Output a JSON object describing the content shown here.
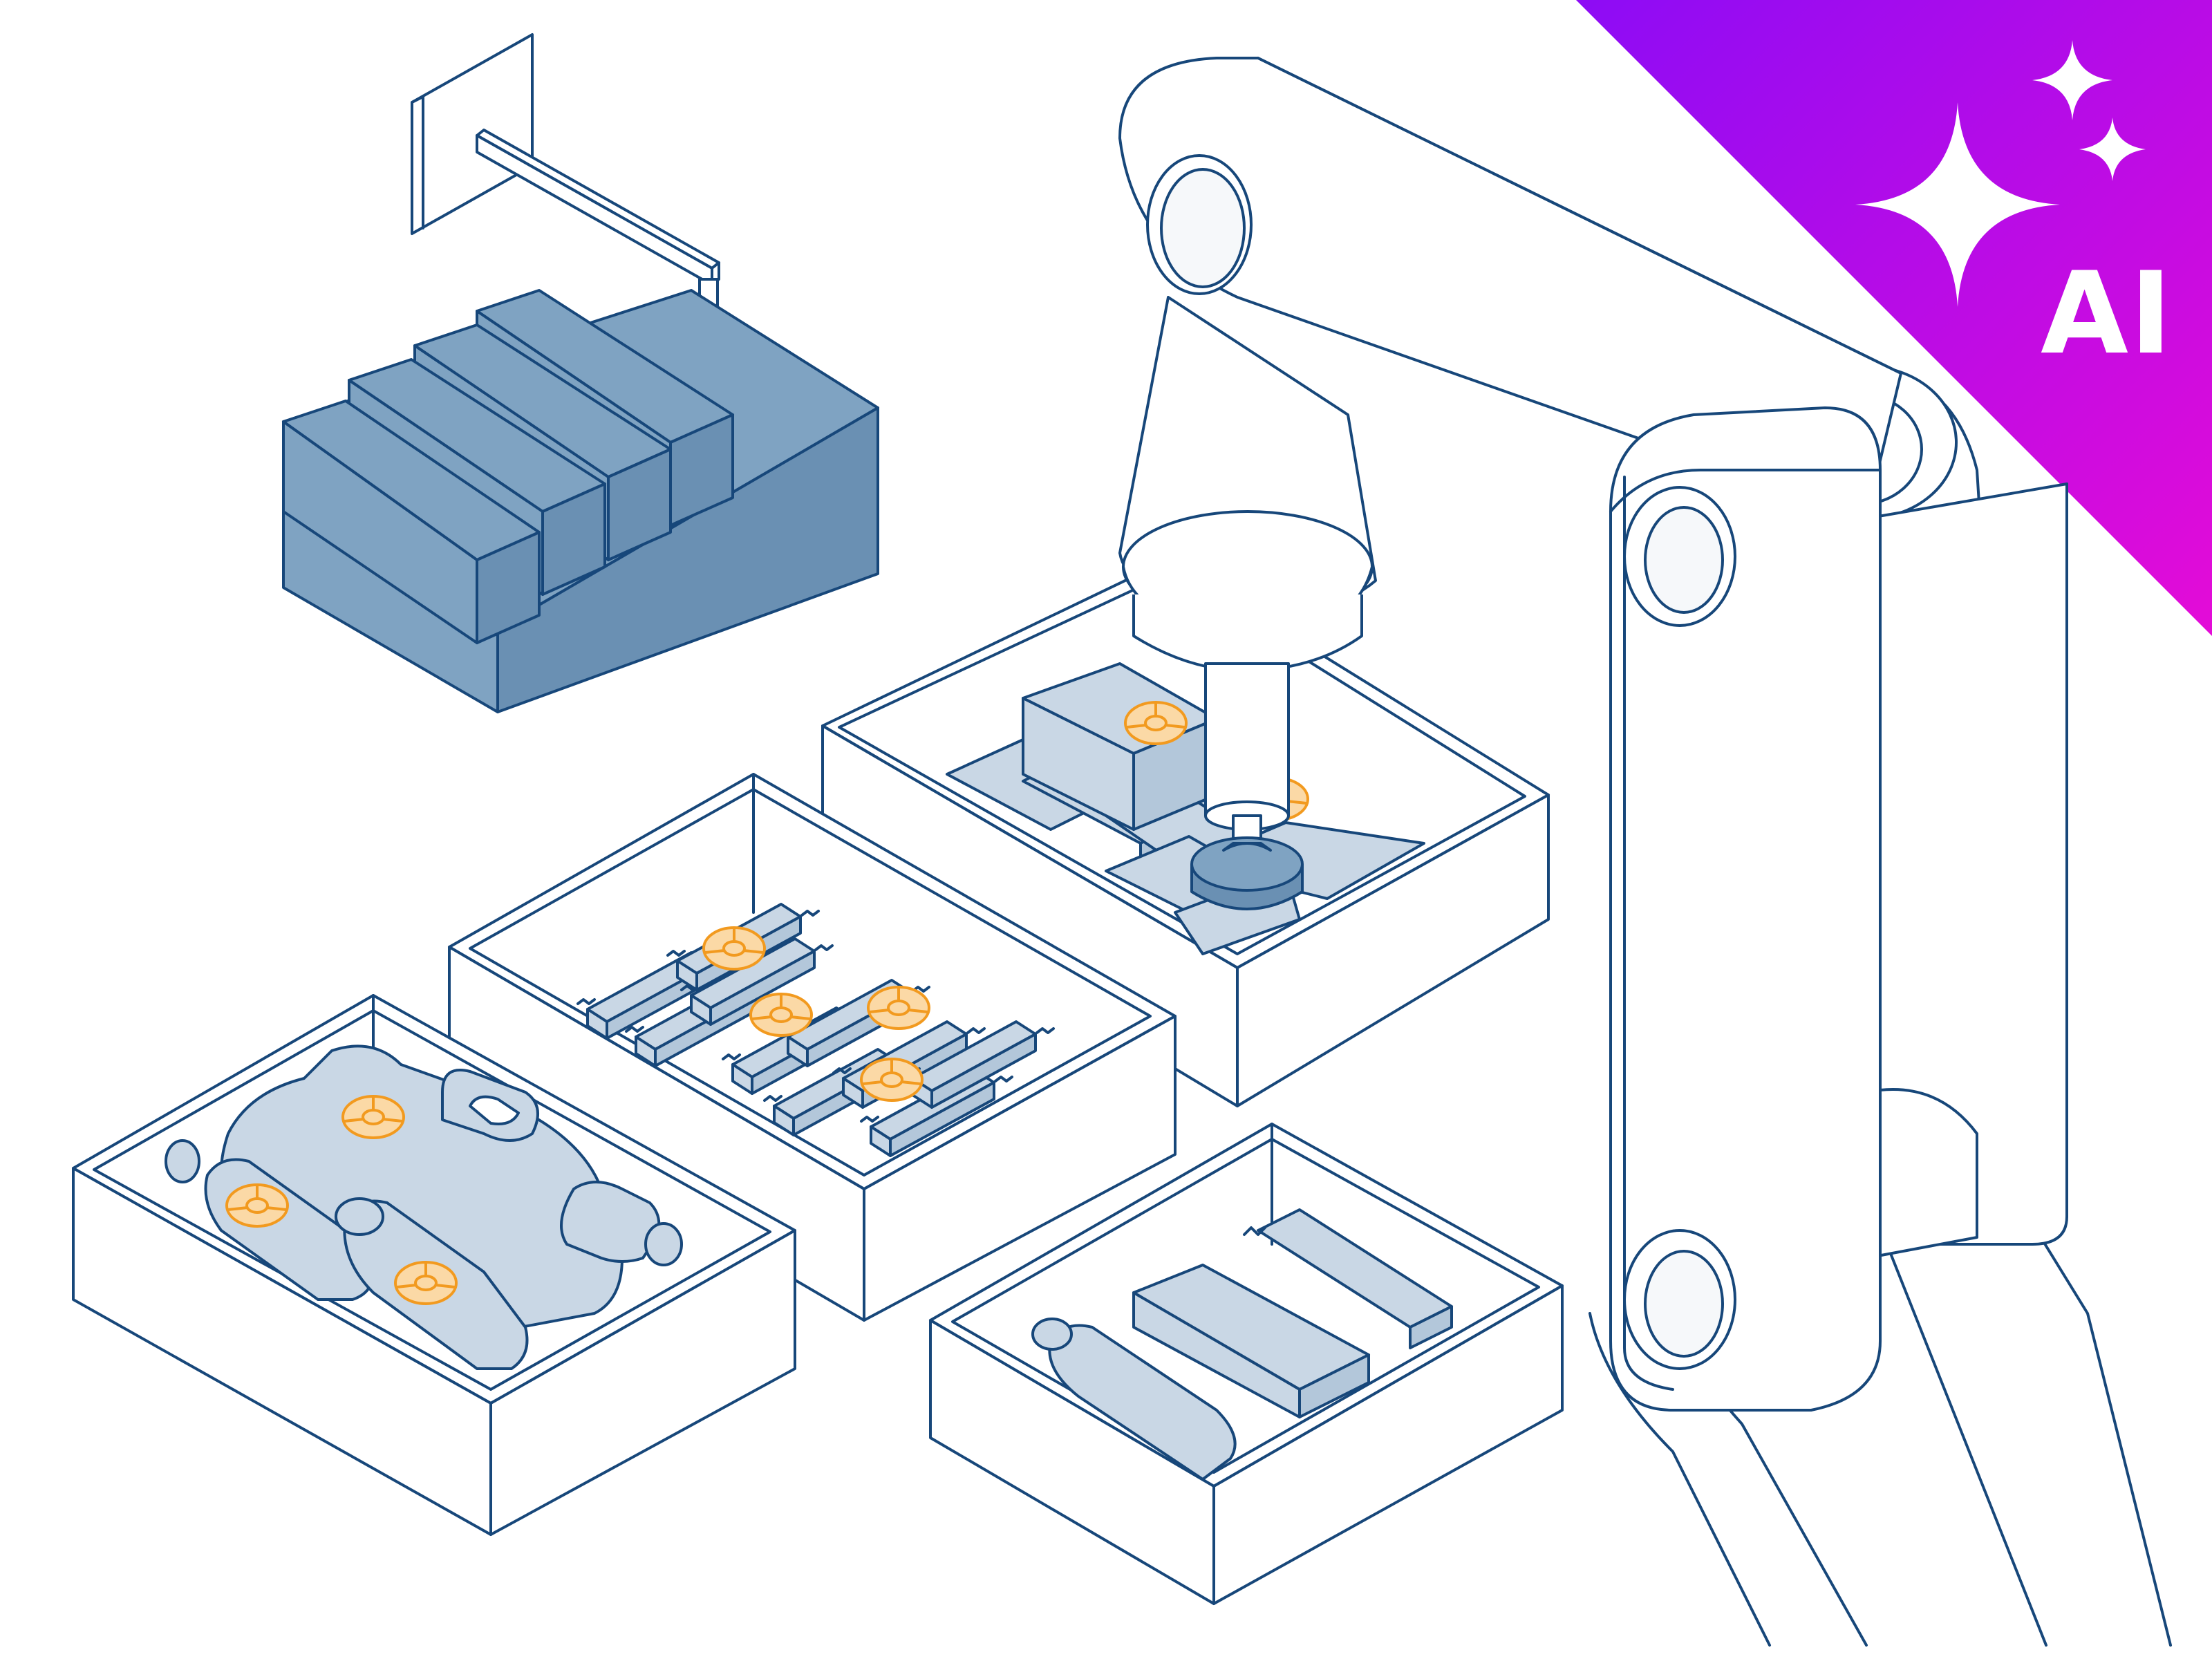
{
  "badge": {
    "label": "AI",
    "gradient_start": "#8d0cf5",
    "gradient_end": "#e40cd7",
    "icon": "sparkles-icon"
  },
  "colors": {
    "outline": "#17477a",
    "machine_fill": "#7fa3c2",
    "product_fill": "#c9d7e5",
    "label_orange": "#f29a1f",
    "background": "#ffffff"
  },
  "scene": {
    "robot_arm": "robot-arm-icon",
    "feeder_machine": "machine-icon",
    "suction_gripper": "suction-cup-icon",
    "bins": [
      "bin-bottles",
      "bin-candy-bars",
      "bin-packets",
      "bin-mixed"
    ]
  }
}
